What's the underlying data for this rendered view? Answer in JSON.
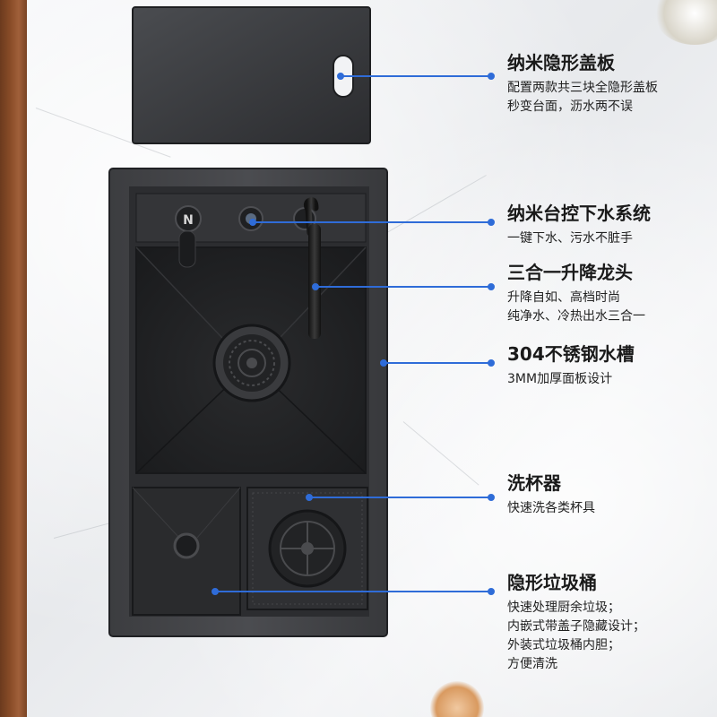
{
  "accent_color": "#2f6cd8",
  "callouts": [
    {
      "title": "纳米隐形盖板",
      "lines": [
        "配置两款共三块全隐形盖板",
        "秒变台面，沥水两不误"
      ]
    },
    {
      "title": "纳米台控下水系统",
      "lines": [
        "一键下水、污水不脏手"
      ]
    },
    {
      "title": "三合一升降龙头",
      "lines": [
        "升降自如、高档时尚",
        "纯净水、冷热出水三合一"
      ]
    },
    {
      "title": "304不锈钢水槽",
      "lines": [
        "3MM加厚面板设计"
      ]
    },
    {
      "title": "洗杯器",
      "lines": [
        "快速洗各类杯具"
      ]
    },
    {
      "title": "隐形垃圾桶",
      "lines": [
        "快速处理厨余垃圾；",
        "内嵌式带盖子隐藏设计；",
        "外装式垃圾桶内胆；",
        "方便清洗"
      ]
    }
  ],
  "icons": [
    "cutting-board-handle-icon",
    "drain-button-icon",
    "faucet-icon",
    "cup-washer-icon",
    "drain-strainer-icon"
  ]
}
